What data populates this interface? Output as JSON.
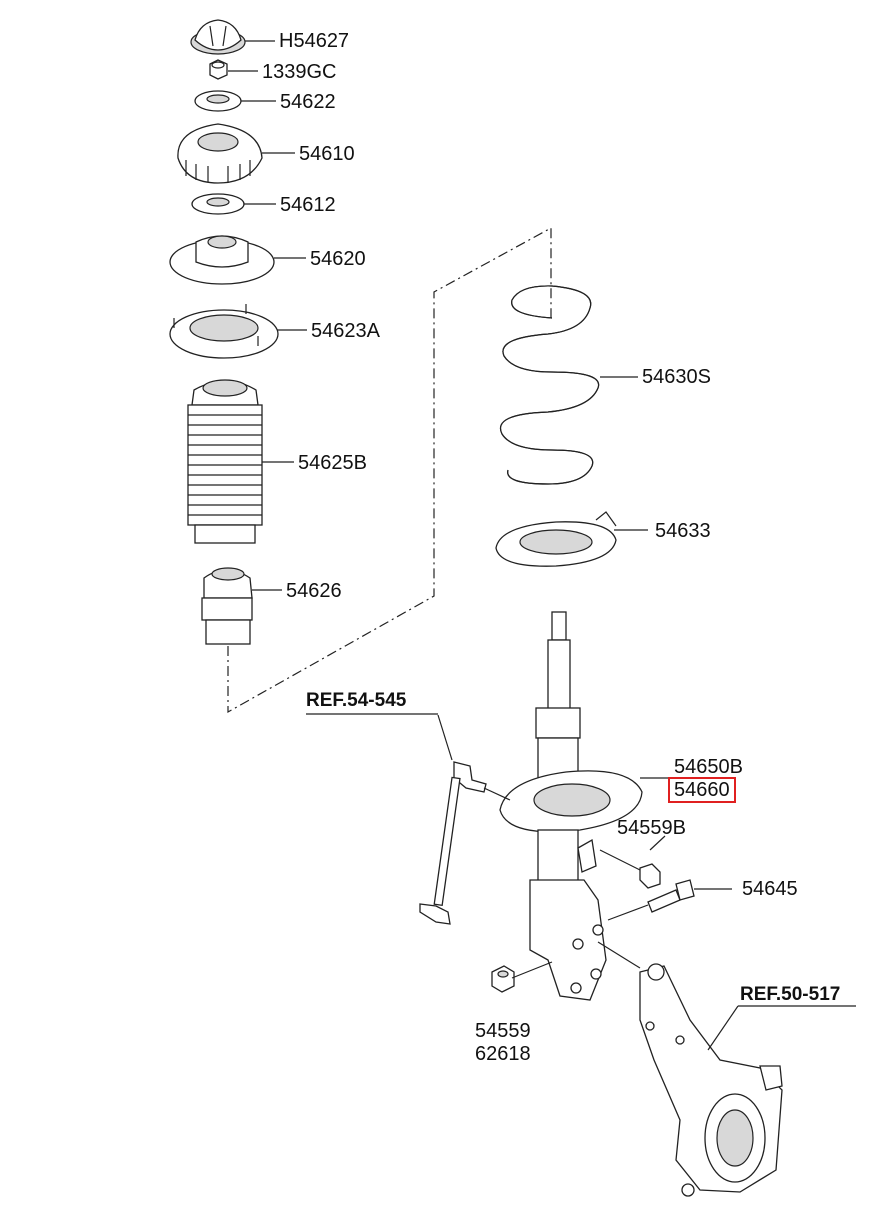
{
  "parts": {
    "p1": "H54627",
    "p2": "1339GC",
    "p3": "54622",
    "p4": "54610",
    "p5": "54612",
    "p6": "54620",
    "p7": "54623A",
    "p8": "54625B",
    "p9": "54626",
    "p10": "54630S",
    "p11": "54633",
    "p12": "54650B",
    "p13": "54660",
    "p14": "54559B",
    "p15": "54645",
    "p16": "54559",
    "p17": "62618"
  },
  "refs": {
    "r1": "REF.54-545",
    "r2": "REF.50-517"
  },
  "highlight_color": "#e02020"
}
